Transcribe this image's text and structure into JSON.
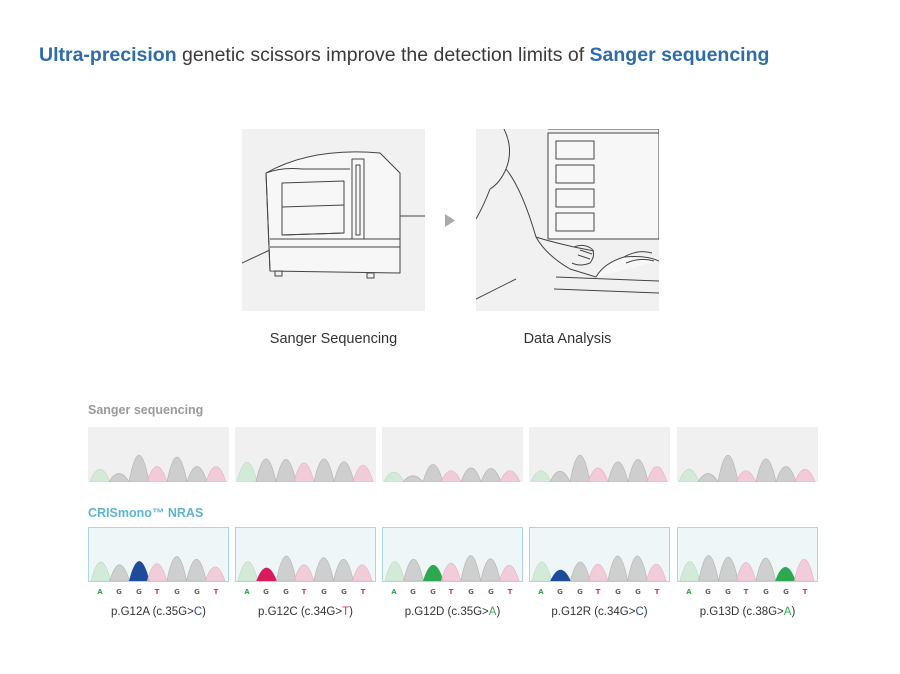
{
  "title": {
    "part1": "Ultra-precision",
    "part2": " genetic scissors improve the detection limits of ",
    "part3": "Sanger sequencing"
  },
  "steps": [
    {
      "label": "Sanger Sequencing",
      "icon": "sequencer-machine-illustration"
    },
    {
      "label": "Data Analysis",
      "icon": "person-at-computer-illustration"
    }
  ],
  "arrow_icon": "right-triangle-arrow",
  "sections": {
    "sanger_label": "Sanger sequencing",
    "crismono_label": "CRISmono™ NRAS"
  },
  "colors": {
    "title_accent": "#2f6cab",
    "crismono_label": "#5fb4cf",
    "A": "#3aa655",
    "G": "#666666",
    "T": "#d4356b",
    "C": "#2a4a9a"
  },
  "bases": [
    "A",
    "G",
    "G",
    "T",
    "G",
    "G",
    "T"
  ],
  "samples": [
    {
      "mutation": "p.G12A",
      "notation_prefix": " (c.35G>",
      "alt_base": "C",
      "notation_suffix": ")",
      "mutant_index": 2,
      "mutant_color": "#1f4b9c"
    },
    {
      "mutation": "p.G12C",
      "notation_prefix": " (c.34G>",
      "alt_base": "T",
      "notation_suffix": ")",
      "mutant_index": 1,
      "mutant_color": "#d81b5f"
    },
    {
      "mutation": "p.G12D",
      "notation_prefix": " (c.35G>",
      "alt_base": "A",
      "notation_suffix": ")",
      "mutant_index": 2,
      "mutant_color": "#2ea84f"
    },
    {
      "mutation": "p.G12R",
      "notation_prefix": " (c.34G>",
      "alt_base": "C",
      "notation_suffix": ")",
      "mutant_index": 1,
      "mutant_color": "#1f4b9c"
    },
    {
      "mutation": "p.G13D",
      "notation_prefix": " (c.38G>",
      "alt_base": "A",
      "notation_suffix": ")",
      "mutant_index": 5,
      "mutant_color": "#2ea84f"
    }
  ]
}
